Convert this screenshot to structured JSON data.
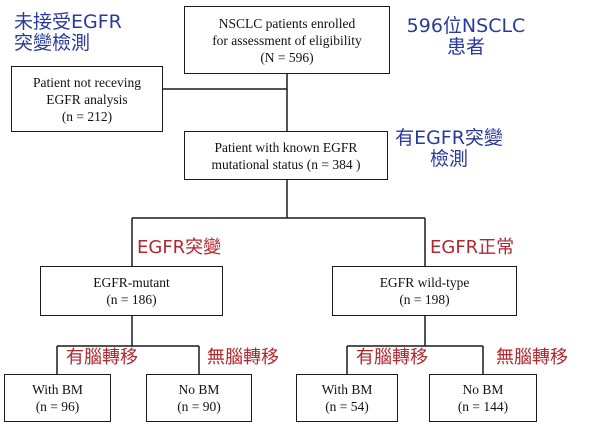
{
  "colors": {
    "annotation_blue": "#2a3a9c",
    "annotation_red": "#b3262d",
    "box_border": "#1a1a1a"
  },
  "boxes": {
    "enrolled": {
      "line1": "NSCLC patients enrolled",
      "line2": "for assessment of eligibility",
      "line3": "(N = 596)"
    },
    "not_receiving": {
      "line1": "Patient not receving",
      "line2": "EGFR analysis",
      "line3": "(n = 212)"
    },
    "known_status": {
      "line1": "Patient with known EGFR",
      "line2": "mutational status (n = 384 )"
    },
    "mutant": {
      "line1": "EGFR-mutant",
      "line2": "(n = 186)"
    },
    "wild_type": {
      "line1": "EGFR wild-type",
      "line2": "(n = 198)"
    },
    "mutant_with_bm": {
      "line1": "With BM",
      "line2": "(n = 96)"
    },
    "mutant_no_bm": {
      "line1": "No BM",
      "line2": "(n = 90)"
    },
    "wild_with_bm": {
      "line1": "With BM",
      "line2": "(n = 54)"
    },
    "wild_no_bm": {
      "line1": "No BM",
      "line2": "(n = 144)"
    }
  },
  "annotations": {
    "not_tested_line1": "未接受EGFR",
    "not_tested_line2": "突變檢測",
    "total_line1": "596位NSCLC",
    "total_line2": "患者",
    "tested_line1": "有EGFR突變",
    "tested_line2": "檢測",
    "mutant_label": "EGFR突變",
    "normal_label": "EGFR正常",
    "mutant_with_bm": "有腦轉移",
    "mutant_no_bm": "無腦轉移",
    "wild_with_bm": "有腦轉移",
    "wild_no_bm": "無腦轉移"
  }
}
